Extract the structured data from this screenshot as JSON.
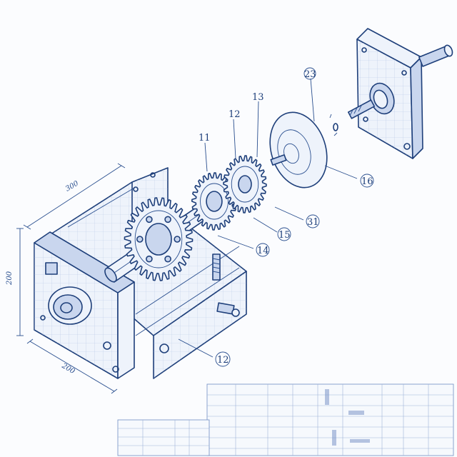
{
  "drawing": {
    "dimensions": {
      "width": "300",
      "height": "200",
      "depth": "200"
    },
    "callouts": [
      {
        "id": "c11",
        "label": "11"
      },
      {
        "id": "c12-top",
        "label": "12"
      },
      {
        "id": "c13",
        "label": "13"
      },
      {
        "id": "c23",
        "label": "23"
      },
      {
        "id": "c16",
        "label": "16"
      },
      {
        "id": "c31",
        "label": "31"
      },
      {
        "id": "c15",
        "label": "15"
      },
      {
        "id": "c14",
        "label": "14"
      },
      {
        "id": "c12-bottom",
        "label": "12"
      }
    ]
  },
  "colors": {
    "ink": "#1e3f7a",
    "paper": "#fbfcfe",
    "grid": "#9fb4d8"
  }
}
